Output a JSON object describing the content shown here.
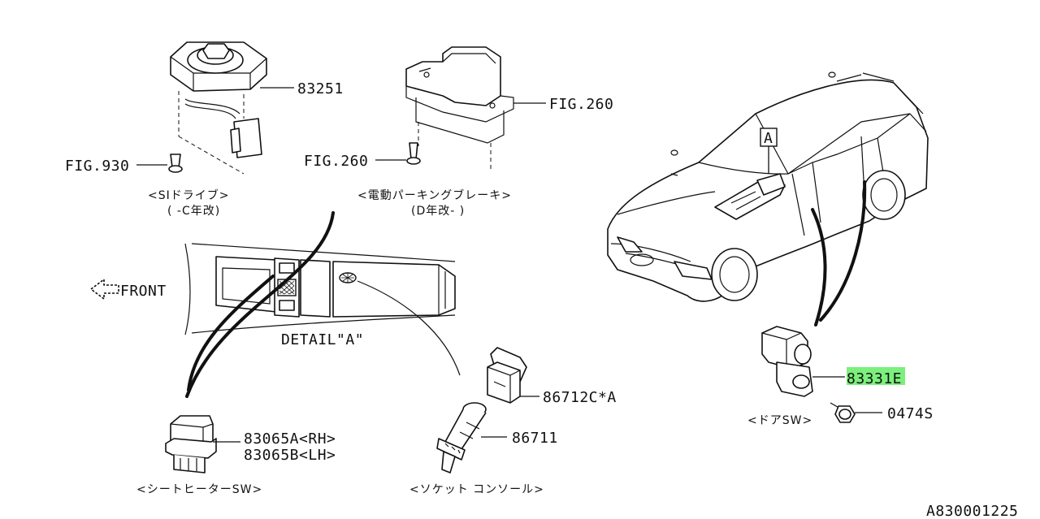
{
  "labels": {
    "p83251": "83251",
    "fig260_right": "FIG.260",
    "fig930": "FIG.930",
    "fig260_left": "FIG.260",
    "si_drive": "<SIドライブ>",
    "si_drive_note": "( -C年改)",
    "parking_brake": "<電動パーキングブレーキ>",
    "parking_brake_note": "(D年改- )",
    "front": "FRONT",
    "detail_a": "DETAIL\"A\"",
    "view_a": "A",
    "p86712": "86712C*A",
    "p86711": "86711",
    "p83065a": "83065A<RH>",
    "p83065b": "83065B<LH>",
    "seat_heater": "<シートヒーターSW>",
    "socket_console": "<ソケット コンソール>",
    "p83331": "83331E",
    "p0474": "0474S",
    "door_sw": "<ドアSW>",
    "diagram_id": "A830001225"
  },
  "highlight_color": "#7cf07c",
  "highlighted_part": "83331E"
}
